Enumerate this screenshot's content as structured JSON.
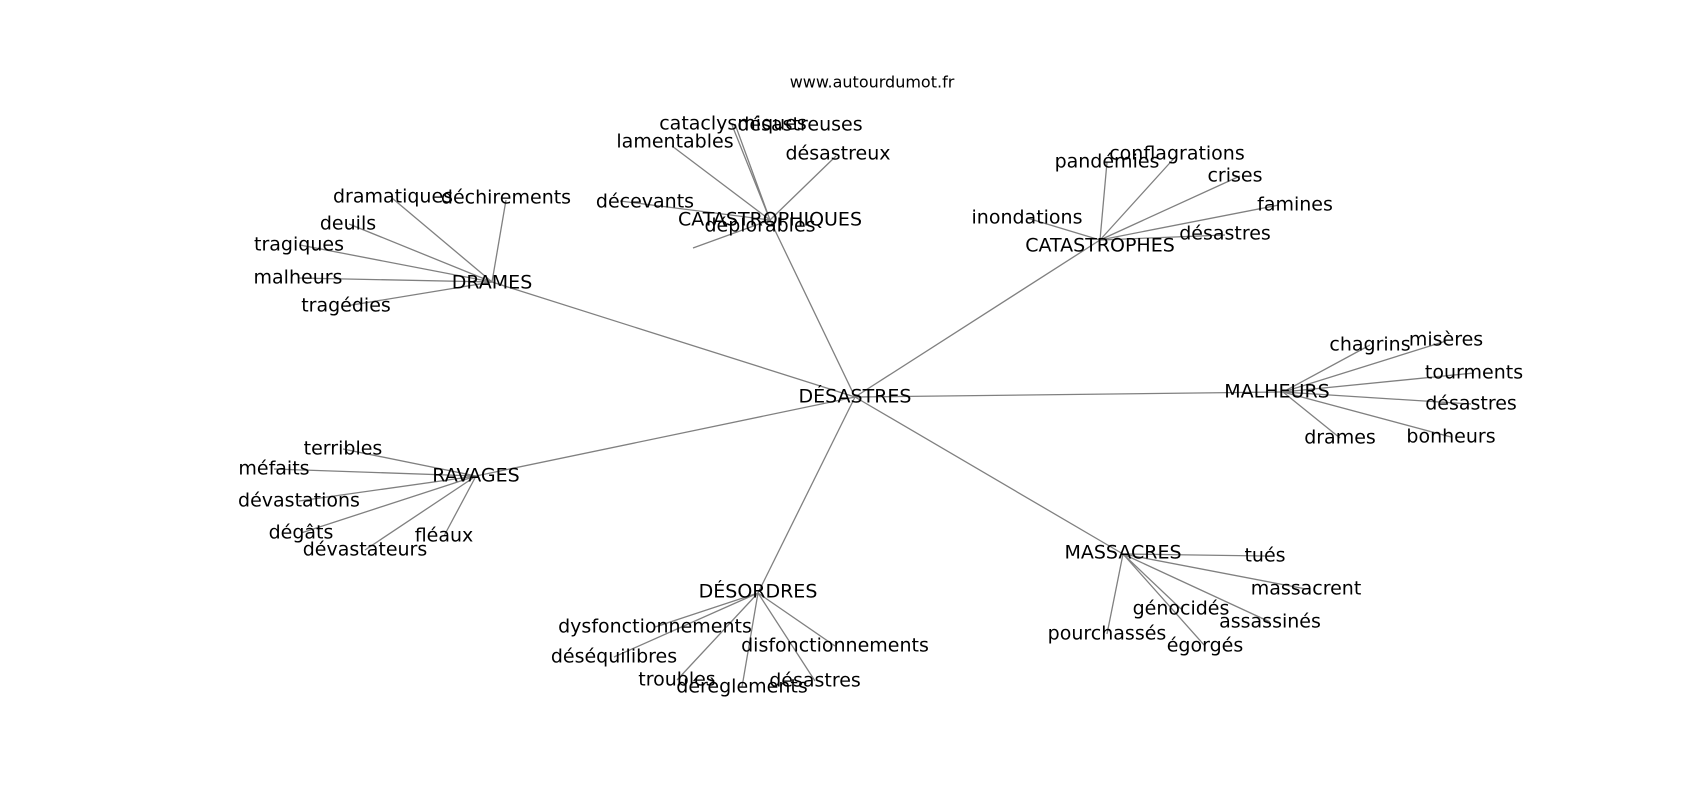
{
  "source_text": "www.autourdumot.fr",
  "root": {
    "label": "DÉSASTRES"
  },
  "hubs": [
    {
      "label": "CATASTROPHIQUES",
      "leaves": [
        "cataclysmiques",
        "désastreuses",
        "lamentables",
        "désastreux",
        "décevants",
        "déplorables"
      ]
    },
    {
      "label": "CATASTROPHES",
      "leaves": [
        "pandémies",
        "conflagrations",
        "crises",
        "famines",
        "inondations",
        "désastres"
      ]
    },
    {
      "label": "DRAMES",
      "leaves": [
        "dramatiques",
        "déchirements",
        "deuils",
        "tragiques",
        "malheurs",
        "tragédies"
      ]
    },
    {
      "label": "MALHEURS",
      "leaves": [
        "chagrins",
        "misères",
        "tourments",
        "désastres",
        "drames",
        "bonheurs"
      ]
    },
    {
      "label": "RAVAGES",
      "leaves": [
        "terribles",
        "méfaits",
        "dévastations",
        "dégâts",
        "dévastateurs",
        "fléaux"
      ]
    },
    {
      "label": "MASSACRES",
      "leaves": [
        "tués",
        "massacrent",
        "génocidés",
        "assassinés",
        "pourchassés",
        "égorgés"
      ]
    },
    {
      "label": "DÉSORDRES",
      "leaves": [
        "dysfonctionnements",
        "déséquilibres",
        "disfonctionnements",
        "troubles",
        "dérèglements",
        "désastres"
      ]
    }
  ]
}
